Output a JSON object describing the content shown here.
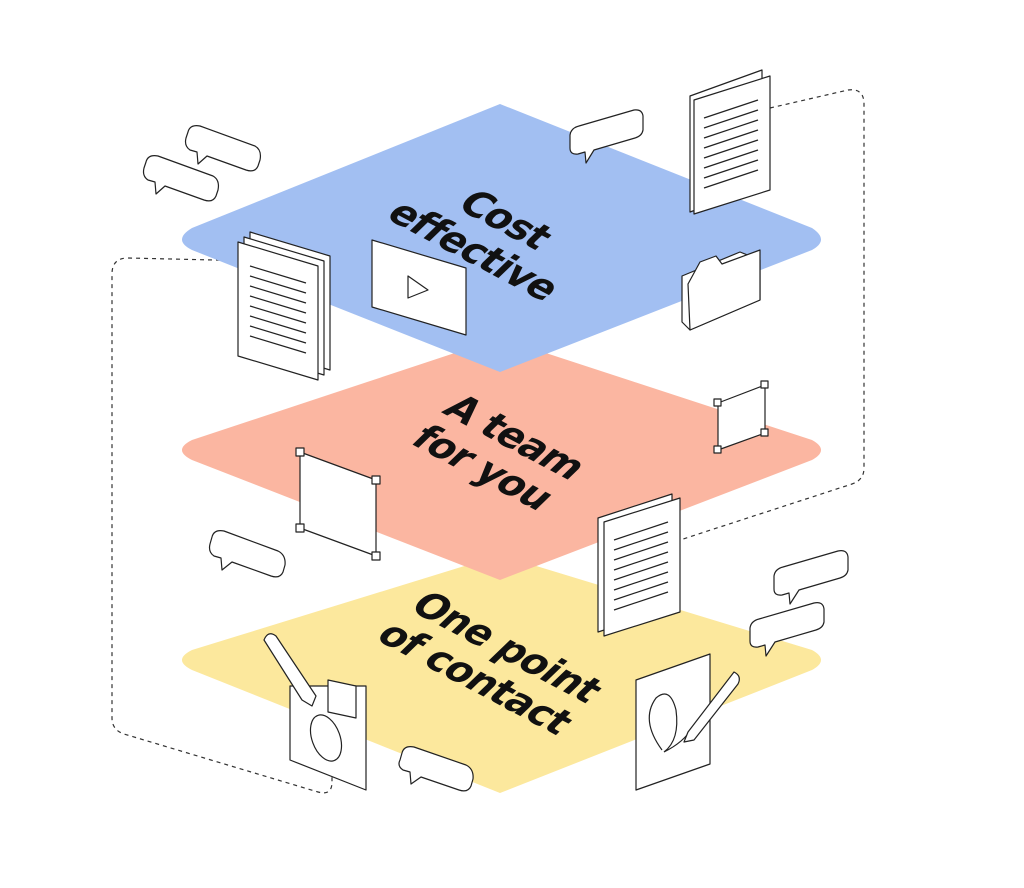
{
  "layers": [
    {
      "id": "top",
      "lines": [
        "Cost",
        "effective"
      ],
      "color": "#a2bff2"
    },
    {
      "id": "middle",
      "lines": [
        "A team",
        "for you"
      ],
      "color": "#fbb6a1"
    },
    {
      "id": "bottom",
      "lines": [
        "One point",
        "of contact"
      ],
      "color": "#fce89d"
    }
  ],
  "icons": [
    "chat-bubble-icon",
    "document-icon",
    "video-player-icon",
    "folder-icon",
    "selection-frame-icon",
    "drawing-tablet-icon",
    "signature-pen-icon"
  ]
}
